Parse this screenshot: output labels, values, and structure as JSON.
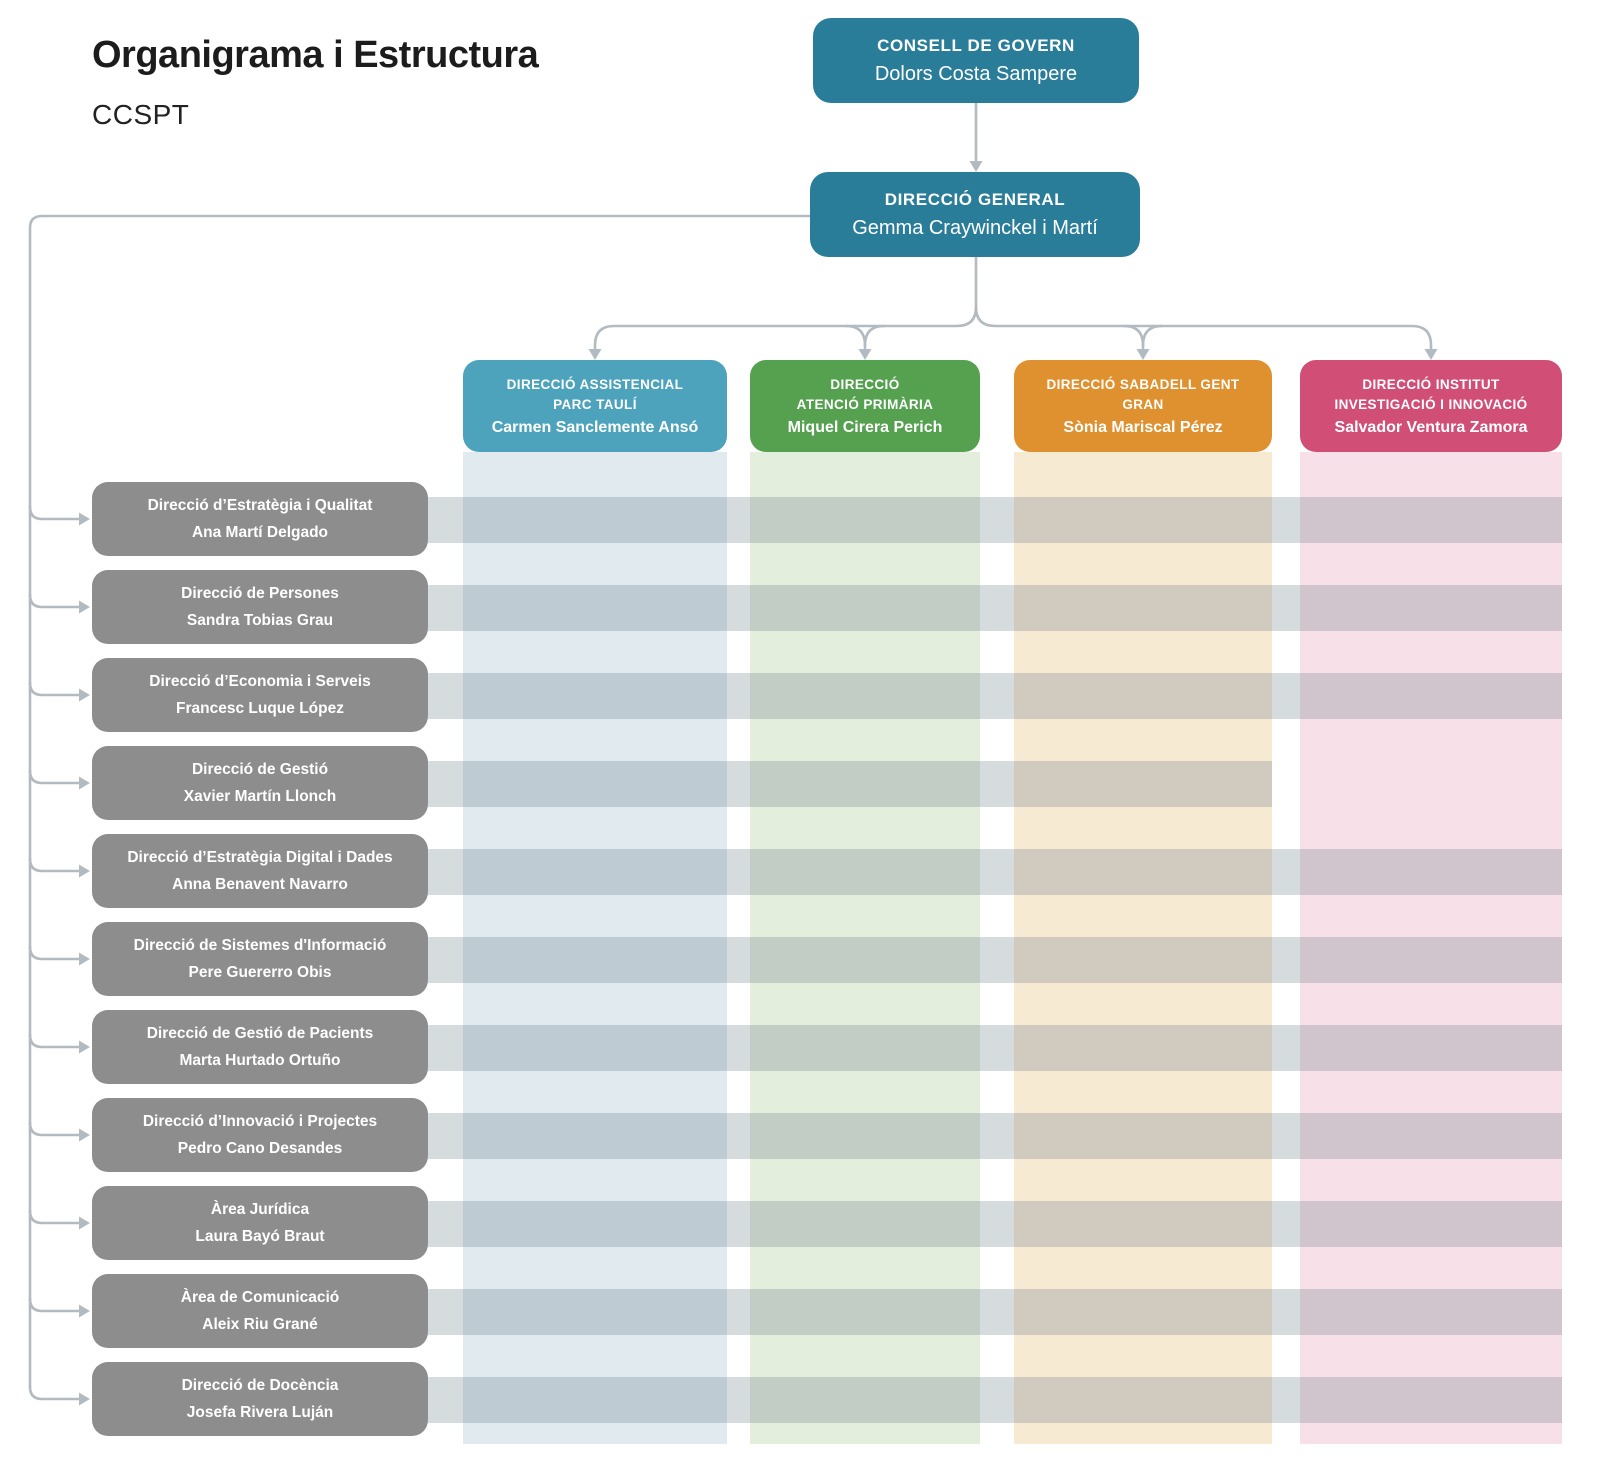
{
  "header": {
    "title": "Organigrama i Estructura",
    "subtitle": "CCSPT"
  },
  "consell": {
    "label": "CONSELL DE GOVERN",
    "name": "Dolors Costa Sampere",
    "color": "#2a7d99"
  },
  "general": {
    "label": "DIRECCIÓ GENERAL",
    "name": "Gemma Craywinckel i Martí",
    "color": "#2a7d99"
  },
  "divisions": [
    {
      "label": "DIRECCIÓ ASSISTENCIAL\nPARC TAULÍ",
      "name": "Carmen Sanclemente Ansó",
      "color": "#4ea3bc",
      "tint": "#e0eaef"
    },
    {
      "label": "DIRECCIÓ\nATENCIÓ PRIMÀRIA",
      "name": "Miquel Cirera Perich",
      "color": "#56a150",
      "tint": "#e4eedd"
    },
    {
      "label": "DIRECCIÓ SABADELL GENT\nGRAN",
      "name": "Sònia Mariscal Pérez",
      "color": "#df912f",
      "tint": "#f7ead3"
    },
    {
      "label": "DIRECCIÓ INSTITUT\nINVESTIGACIÓ I INNOVACIÓ",
      "name": "Salvador Ventura Zamora",
      "color": "#d14f76",
      "tint": "#f7e0e8"
    }
  ],
  "departments": [
    {
      "label": "Direcció d’Estratègia i Qualitat",
      "name": "Ana Martí Delgado",
      "spans_columns": 4
    },
    {
      "label": "Direcció de Persones",
      "name": "Sandra Tobias Grau",
      "spans_columns": 4
    },
    {
      "label": "Direcció d’Economia i Serveis",
      "name": "Francesc Luque López",
      "spans_columns": 4
    },
    {
      "label": "Direcció de Gestió",
      "name": "Xavier Martín Llonch",
      "spans_columns": 3
    },
    {
      "label": "Direcció d’Estratègia Digital i Dades",
      "name": "Anna Benavent Navarro",
      "spans_columns": 4
    },
    {
      "label": "Direcció de Sistemes d'Informació",
      "name": "Pere Guererro Obis",
      "spans_columns": 4
    },
    {
      "label": "Direcció de Gestió de Pacients",
      "name": "Marta Hurtado Ortuño",
      "spans_columns": 4
    },
    {
      "label": "Direcció d’Innovació i Projectes",
      "name": "Pedro Cano Desandes",
      "spans_columns": 4
    },
    {
      "label": "Àrea Jurídica",
      "name": "Laura Bayó Braut",
      "spans_columns": 4
    },
    {
      "label": "Àrea de Comunicació",
      "name": "Aleix Riu Grané",
      "spans_columns": 4
    },
    {
      "label": "Direcció de Docència",
      "name": "Josefa Rivera Luján",
      "spans_columns": 4
    }
  ],
  "colors": {
    "department_gray": "#8d8d8d",
    "connector": "#b2bac2",
    "band_overlay": "rgba(105,121,133,0.27)",
    "title_text": "#1c1c1c"
  }
}
